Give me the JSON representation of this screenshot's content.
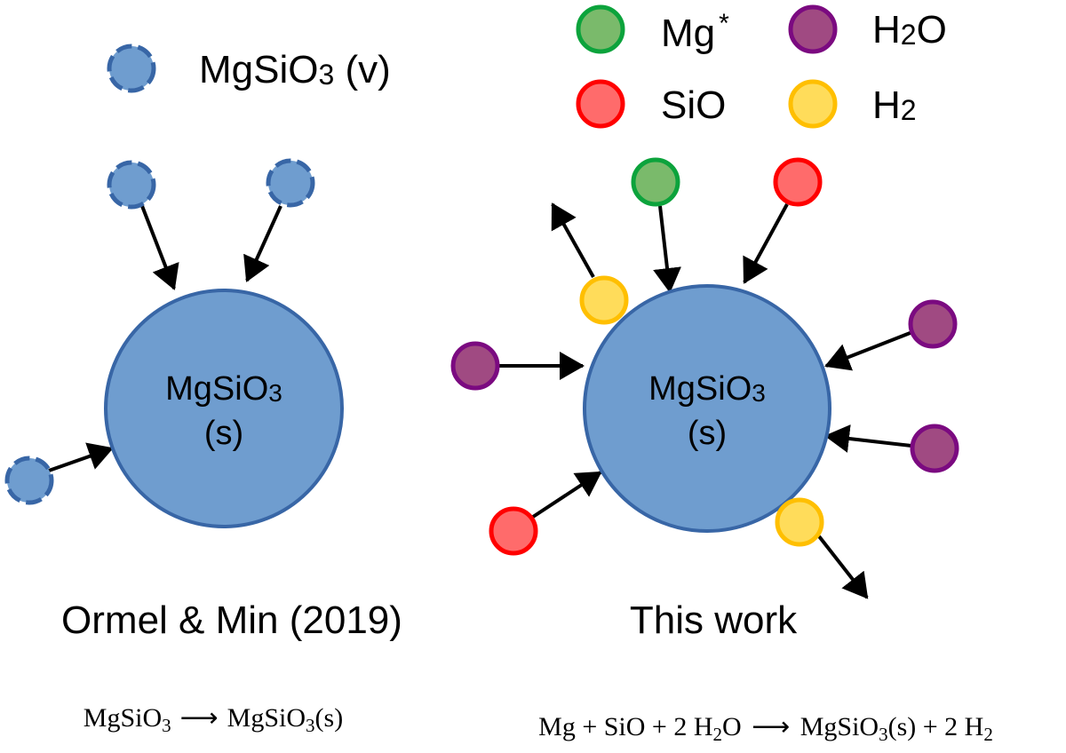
{
  "colors": {
    "grain_fill": "#6f9dcf",
    "grain_stroke": "#3866a6",
    "arrow": "#000000",
    "mg_fill": "#7aba6b",
    "mg_stroke": "#0ca33c",
    "sio_fill": "#ff6b6b",
    "sio_stroke": "#ff0000",
    "h2o_fill": "#a04a82",
    "h2o_stroke": "#7b0a80",
    "h2_fill": "#ffdc5a",
    "h2_stroke": "#ffbf00"
  },
  "left_panel": {
    "legend": {
      "label_main": "MgSiO",
      "label_sub": "3",
      "label_suffix": " (v)"
    },
    "grain": {
      "line1_main": "MgSiO",
      "line1_sub": "3",
      "line2": "(s)"
    },
    "title": "Ormel & Min (2019)",
    "equation": {
      "reactant_main": "MgSiO",
      "reactant_sub": "3",
      "arrow": "⟶",
      "product_main": "MgSiO",
      "product_sub": "3",
      "product_suffix": "(s)"
    }
  },
  "right_panel": {
    "legend": [
      {
        "species": "mg",
        "label_main": "Mg",
        "label_sup": "*",
        "label_sub": ""
      },
      {
        "species": "h2o",
        "label_main": "H",
        "label_sub": "2",
        "label_tail": "O"
      },
      {
        "species": "sio",
        "label_main": "SiO",
        "label_sub": ""
      },
      {
        "species": "h2",
        "label_main": "H",
        "label_sub": "2"
      }
    ],
    "grain": {
      "line1_main": "MgSiO",
      "line1_sub": "3",
      "line2": "(s)"
    },
    "title": "This work",
    "equation": {
      "t1": "Mg + SiO + 2 H",
      "t1_sub": "2",
      "t2": "O ",
      "arrow": "⟶",
      "t3": " MgSiO",
      "t3_sub": "3",
      "t4": "(s) + 2 H",
      "t4_sub": "2"
    }
  }
}
